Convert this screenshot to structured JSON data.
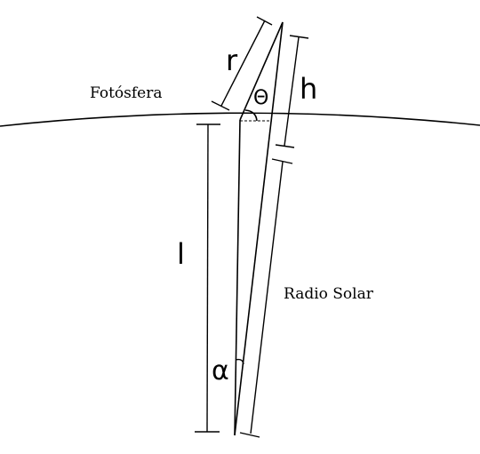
{
  "labels": {
    "photosphere": "Fotósfera",
    "solar_radius": "Radio Solar",
    "r": "r",
    "h": "h",
    "l": "l",
    "theta": "Θ",
    "alpha": "α"
  },
  "colors": {
    "ink": "#000000",
    "background": "#ffffff"
  }
}
